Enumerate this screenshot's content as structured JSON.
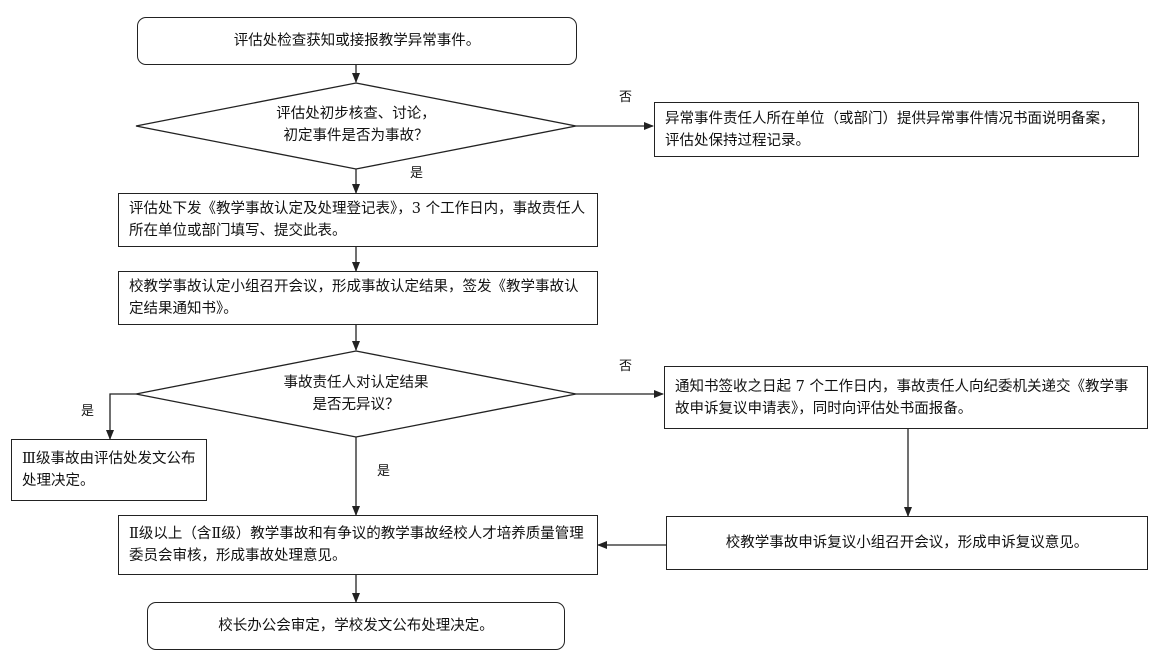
{
  "nodes": {
    "start": "评估处检查获知或接报教学异常事件。",
    "decision1_line1": "评估处初步核查、讨论，",
    "decision1_line2": "初定事件是否为事故？",
    "no_accident": "异常事件责任人所在单位（或部门）提供异常事件情况书面说明备案，评估处保持过程记录。",
    "issue_form": "评估处下发《教学事故认定及处理登记表》，3 个工作日内，事故责任人所在单位或部门填写、提交此表。",
    "group_meeting": "校教学事故认定小组召开会议，形成事故认定结果，签发《教学事故认定结果通知书》。",
    "decision2_line1": "事故责任人对认定结果",
    "decision2_line2": "是否无异议？",
    "appeal_submit": "通知书签收之日起 7 个工作日内，事故责任人向纪委机关递交《教学事故申诉复议申请表》，同时向评估处书面报备。",
    "level3": "Ⅲ级事故由评估处发文公布处理决定。",
    "review_committee": "Ⅱ级以上（含Ⅱ级）教学事故和有争议的教学事故经校人才培养质量管理委员会审核，形成事故处理意见。",
    "appeal_meeting": "校教学事故申诉复议小组召开会议，形成申诉复议意见。",
    "final": "校长办公会审定，学校发文公布处理决定。"
  },
  "edge_labels": {
    "d1_no": "否",
    "d1_yes": "是",
    "d2_no": "否",
    "d2_yes_left": "是",
    "d2_yes_down": "是"
  }
}
